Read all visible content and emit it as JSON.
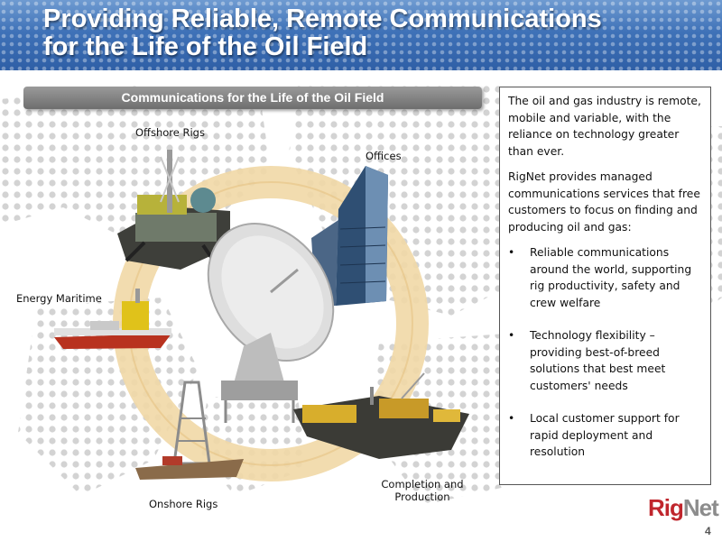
{
  "title_line1": "Providing Reliable, Remote Communications",
  "title_line2": "for the Life of the Oil Field",
  "banner": "Communications for the Life of the Oil Field",
  "labels": {
    "offshore": "Offshore Rigs",
    "offices": "Offices",
    "maritime": "Energy Maritime",
    "onshore": "Onshore Rigs",
    "completion_1": "Completion and",
    "completion_2": "Production"
  },
  "paragraphs": [
    "The oil and gas industry is remote, mobile and variable, with the reliance on technology greater than ever.",
    "RigNet provides managed communications services that free customers to focus on finding and producing oil and gas:"
  ],
  "bullet_char": "•",
  "bullets": [
    "Reliable communications around the world, supporting rig productivity, safety and crew welfare",
    "Technology flexibility – providing best-of-breed solutions that best meet customers' needs",
    "Local customer support for rapid deployment and resolution"
  ],
  "logo": {
    "part1": "Rig",
    "part2": "Net"
  },
  "page_number": "4",
  "colors": {
    "header": "#3f72b8",
    "ring": "#f1d8a6",
    "logo_red": "#c0262d",
    "logo_gray": "#8c8c8c"
  }
}
